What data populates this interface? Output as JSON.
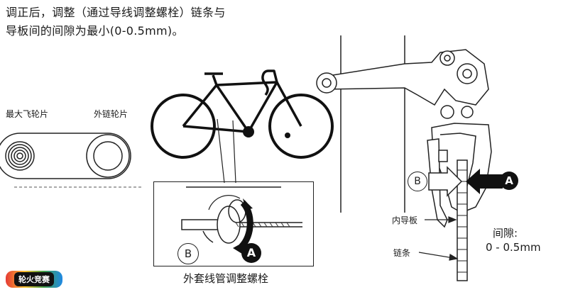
{
  "instruction": {
    "line1": "调正后，调整（通过导线调整螺栓）链条与",
    "line2": "导板间的间隙为最小(0-0.5mm)。"
  },
  "chainrings": {
    "left_label": "最大飞轮片",
    "right_label": "外链轮片"
  },
  "adjuster": {
    "caption": "外套线管调整螺栓",
    "marker_a": "A",
    "marker_b": "B"
  },
  "derailleur": {
    "marker_a": "A",
    "marker_b": "B",
    "inner_guide_label": "内导板",
    "chain_label": "链条",
    "clearance_label": "间隙:",
    "clearance_value": "0 - 0.5mm"
  },
  "logo": {
    "text": "轮火竞赛"
  }
}
